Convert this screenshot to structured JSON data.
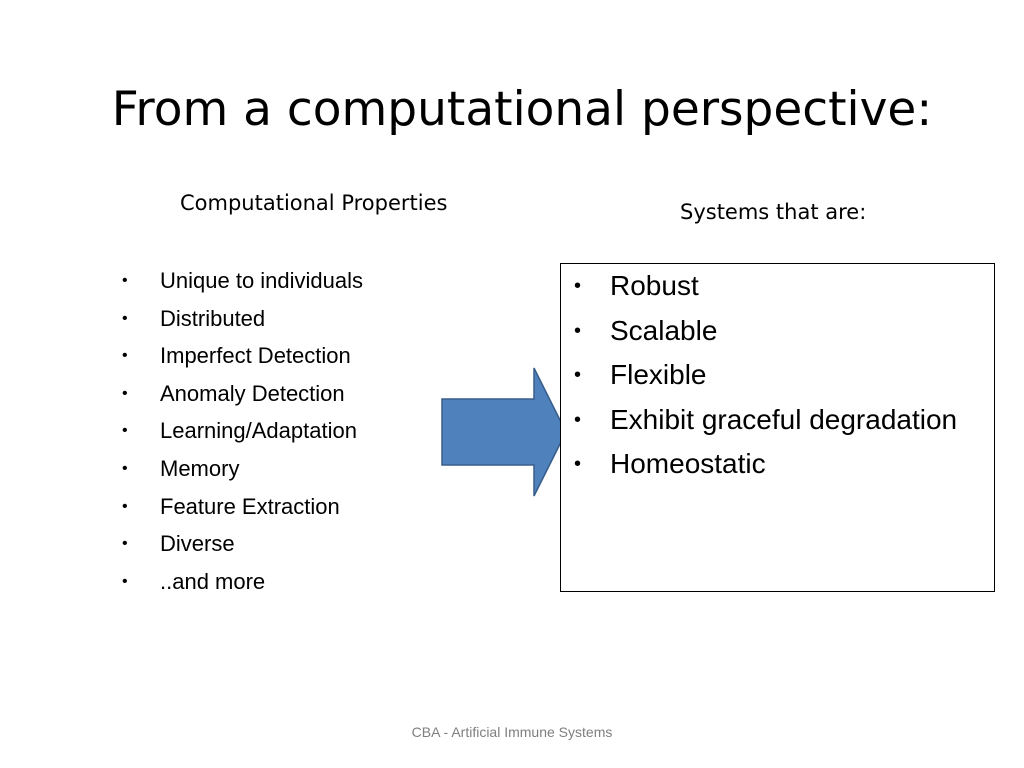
{
  "slide": {
    "title": "From a computational perspective:",
    "left_heading": "Computational Properties",
    "right_heading": "Systems that are:",
    "left_items": [
      "Unique to individuals",
      "Distributed",
      "Imperfect Detection",
      "Anomaly Detection",
      "Learning/Adaptation",
      "Memory",
      "Feature Extraction",
      "Diverse",
      "..and more"
    ],
    "right_items": [
      "Robust",
      "Scalable",
      "Flexible",
      "Exhibit graceful degradation",
      "Homeostatic"
    ],
    "bullet_glyph": "•",
    "footer": "CBA - Artificial Immune Systems",
    "arrow_icon": "right-arrow-icon",
    "colors": {
      "arrow_fill": "#4f81bd",
      "arrow_stroke": "#385d8a",
      "footer_text": "#7f7f7f"
    }
  }
}
